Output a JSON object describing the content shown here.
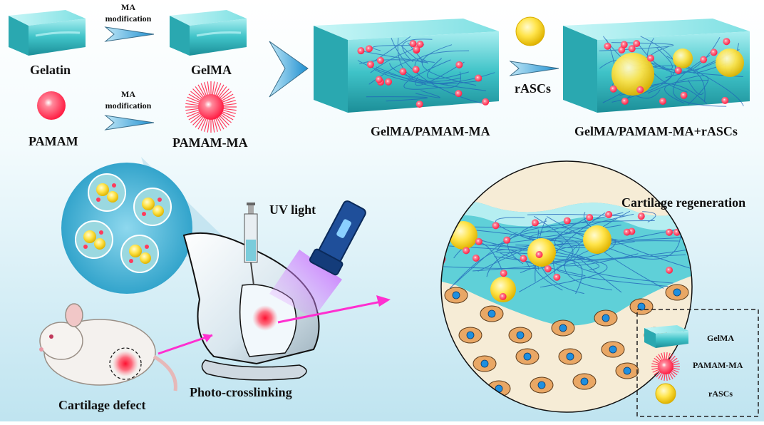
{
  "top": {
    "gelatin_label": "Gelatin",
    "ma_mod_top_line1": "MA",
    "ma_mod_top_line2": "modification",
    "gelma_label": "GelMA",
    "pamam_label": "PAMAM",
    "ma_mod_bottom_line1": "MA",
    "ma_mod_bottom_line2": "modification",
    "pamam_ma_label": "PAMAM-MA",
    "composite_label": "GelMA/PAMAM-MA",
    "rascs_label": "rASCs",
    "final_label": "GelMA/PAMAM-MA+rASCs"
  },
  "bottom": {
    "uv_label": "UV light",
    "regeneration_label": "Cartilage regeneration",
    "defect_label": "Cartilage defect",
    "crosslink_label": "Photo-crosslinking"
  },
  "legend": {
    "items": [
      {
        "label": "GelMA",
        "icon": "hydrogel-block-icon"
      },
      {
        "label": "PAMAM-MA",
        "icon": "spiky-sphere-icon"
      },
      {
        "label": "rASCs",
        "icon": "yellow-cell-icon"
      }
    ]
  },
  "colors": {
    "hydrogel": "#3fc3c8",
    "pamam": "#ff3b5c",
    "cell": "#f7d31c",
    "arrow": "#2f9fd6",
    "magenta_arrow": "#ff2fd0",
    "chondrocyte": "#e9a765",
    "nucleus": "#1e8fe0",
    "bone": "#f6ecd6"
  }
}
